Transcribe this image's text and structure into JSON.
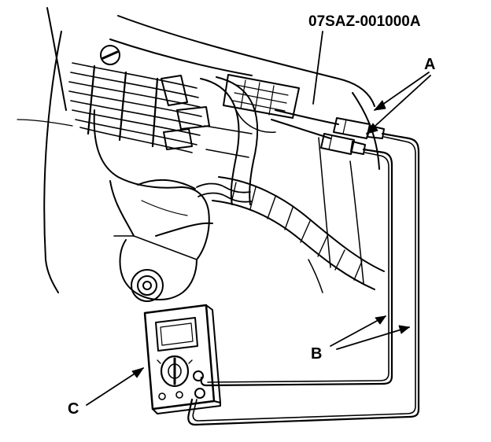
{
  "diagram": {
    "part_number": "07SAZ-001000A",
    "callouts": {
      "a": "A",
      "b": "B",
      "c": "C"
    }
  },
  "colors": {
    "ink": "#000000",
    "paper": "#ffffff"
  }
}
